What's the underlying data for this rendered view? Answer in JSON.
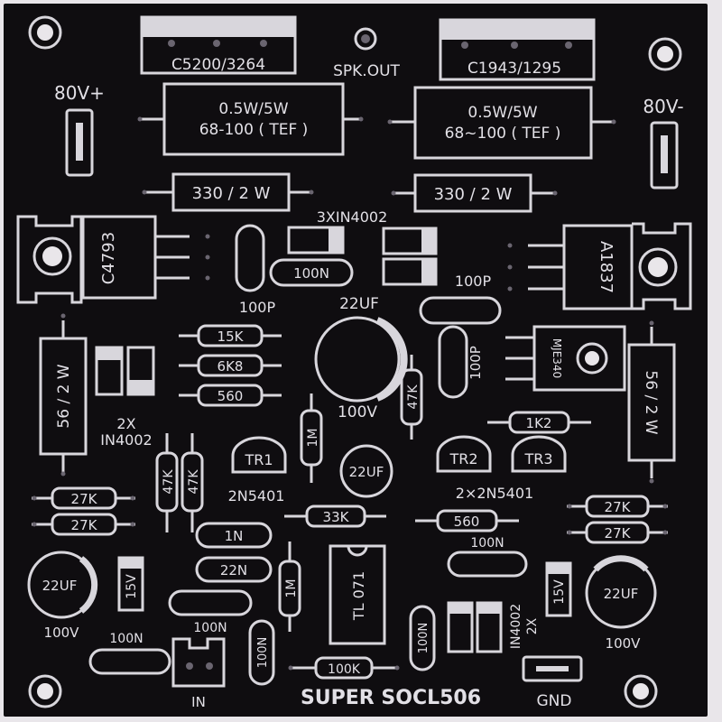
{
  "labels": {
    "q_npn_top": "C5200/3264",
    "q_pnp_top": "C1943/1295",
    "spk_out": "SPK.OUT",
    "v_plus": "80V+",
    "v_minus": "80V-",
    "r_emit_l_1": "0.5W/5W",
    "r_emit_l_2": "68-100 ( TEF )",
    "r_emit_r_1": "0.5W/5W",
    "r_emit_r_2": "68~100 ( TEF )",
    "r_330_l": "330 / 2 W",
    "r_330_r": "330 / 2 W",
    "diodes_3x": "3XIN4002",
    "q_c4793": "C4793",
    "q_a1837": "A1837",
    "c_100n_mid": "100N",
    "c_100p_l": "100P",
    "c_100p_r": "100P",
    "c_100p_v": "100P",
    "c_22uf_big": "22UF",
    "c_22uf_big_v": "100V",
    "r_15k": "15K",
    "r_6k8": "6K8",
    "r_560_top": "560",
    "r_56_l": "56 / 2 W",
    "r_56_r": "56 / 2 W",
    "diodes_2x_l_1": "2X",
    "diodes_2x_l_2": "IN4002",
    "q_mje340": "MJE340",
    "r_1m_mid": "1M",
    "r_47k_mid": "47K",
    "r_1k2": "1K2",
    "tr1": "TR1",
    "tr2": "TR2",
    "tr3": "TR3",
    "c_22uf_small": "22UF",
    "r_47k_a": "47K",
    "r_47k_b": "47K",
    "q_2n5401": "2N5401",
    "q_2x2n5401": "2×2N5401",
    "r_27k_l1": "27K",
    "r_27k_l2": "27K",
    "r_27k_r1": "27K",
    "r_27k_r2": "27K",
    "r_33k": "33K",
    "r_560_bot": "560",
    "c_1n": "1N",
    "c_22n": "22N",
    "c_100n_r": "100N",
    "c_22uf_l": "22UF",
    "c_22uf_l_v": "100V",
    "c_22uf_r": "22UF",
    "c_22uf_r_v": "100V",
    "z_15v_l": "15V",
    "z_15v_r": "15V",
    "r_1m_bot": "1M",
    "ic_tl071": "TL 071",
    "c_100n_bl": "100N",
    "c_100n_bm": "100N",
    "c_100n_v1": "100N",
    "c_100n_v2": "100N",
    "r_100k": "100K",
    "diodes_2x_r_1": "IN4002",
    "diodes_2x_r_2": "2X",
    "input": "IN",
    "title": "SUPER SOCL506",
    "gnd": "GND"
  }
}
